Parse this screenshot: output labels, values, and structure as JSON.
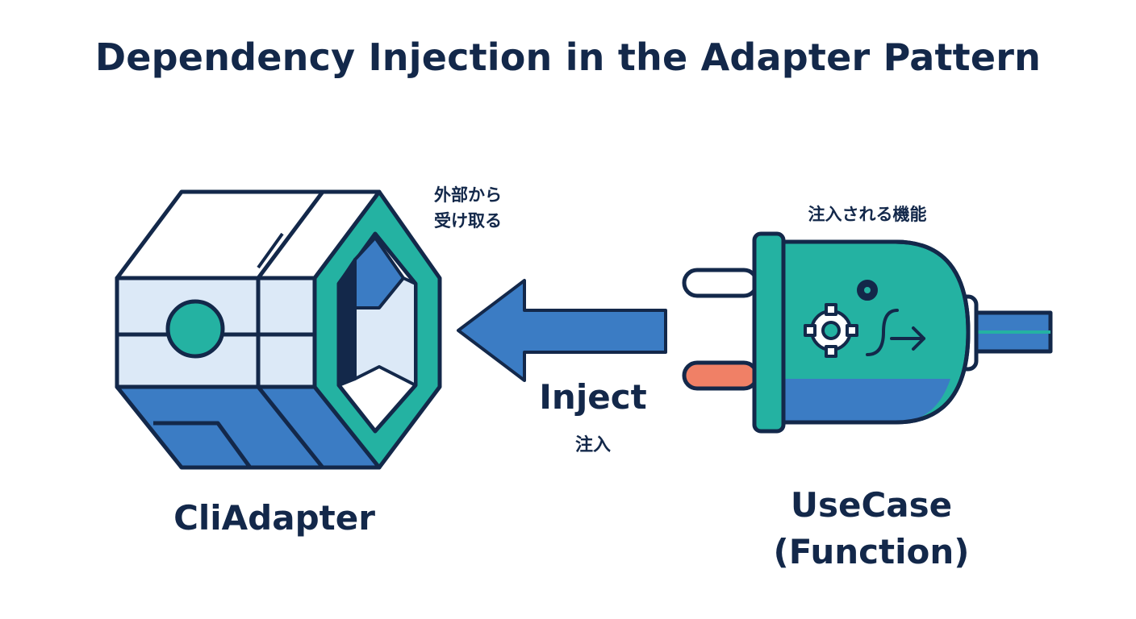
{
  "title": "Dependency Injection in the Adapter Pattern",
  "adapter": {
    "label": "CliAdapter",
    "receive_note_line1": "外部から",
    "receive_note_line2": "受け取る"
  },
  "arrow": {
    "label": "Inject",
    "label_jp": "注入"
  },
  "usecase": {
    "label_line1": "UseCase",
    "label_line2": "(Function)",
    "note": "注入される機能"
  },
  "colors": {
    "navy": "#13284a",
    "blue": "#3b7cc4",
    "light_blue": "#dce9f7",
    "teal": "#24b2a2",
    "coral": "#f08066",
    "white": "#ffffff"
  }
}
